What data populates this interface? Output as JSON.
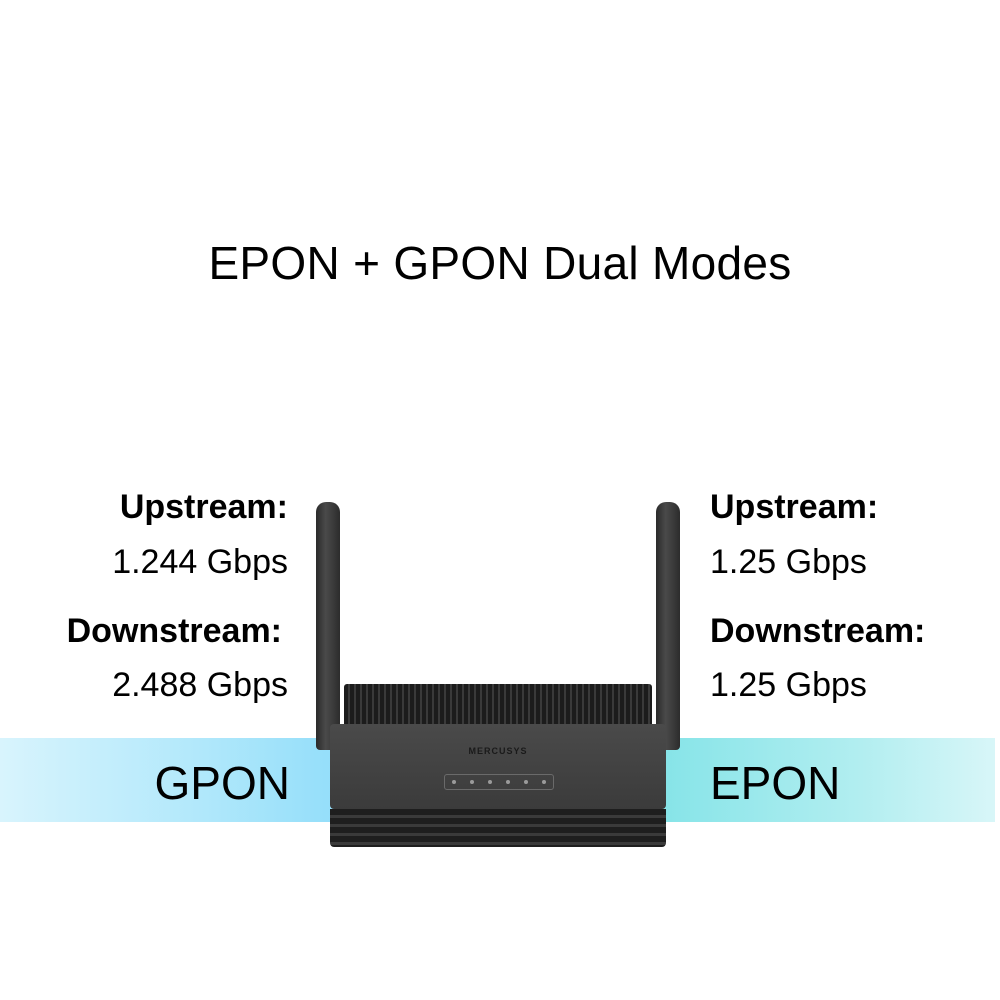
{
  "title": "EPON + GPON Dual Modes",
  "gpon": {
    "label": "GPON",
    "upstream_label": "Upstream:",
    "upstream_value": "1.244 Gbps",
    "downstream_label": "Downstream:",
    "downstream_value": "2.488 Gbps"
  },
  "epon": {
    "label": "EPON",
    "upstream_label": "Upstream:",
    "upstream_value": "1.25 Gbps",
    "downstream_label": "Downstream:",
    "downstream_value": "1.25 Gbps"
  },
  "router": {
    "brand": "MERCUSYS",
    "leds": [
      "power-icon",
      "pon-icon",
      "los-icon",
      "internet-icon",
      "lan-icon",
      "wifi-icon"
    ]
  }
}
